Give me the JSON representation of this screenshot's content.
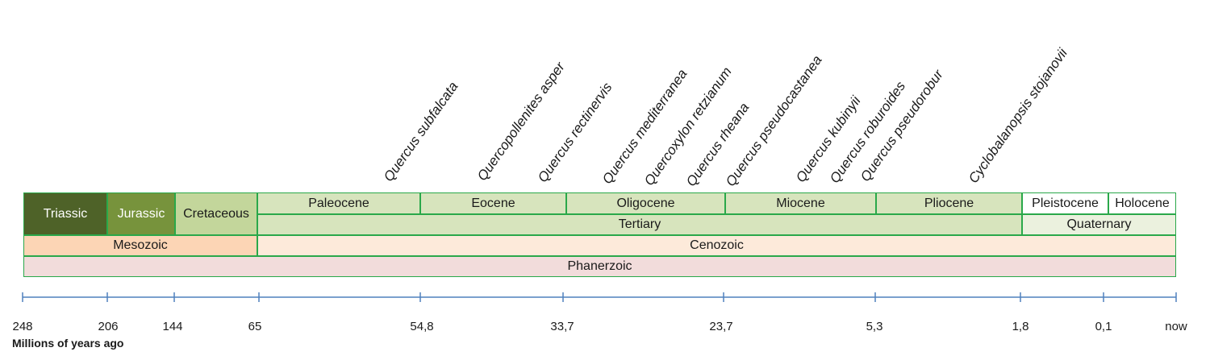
{
  "species": [
    "Quercus subfalcata",
    "Quercopollenites asper",
    "Quercus rectinervis",
    "Quercus  mediterranea",
    "Quercoxylon retzianum",
    "Quercus rheana",
    "Quercus pseudocastanea",
    "Quercus kubinyii",
    "Quercus roburoides",
    "Quercus pseudorobur",
    "Cyclobalanopsis stojanovii"
  ],
  "periods": [
    "Triassic",
    "Jurassic",
    "Cretaceous"
  ],
  "epochs": [
    "Paleocene",
    "Eocene",
    "Oligocene",
    "Miocene",
    "Pliocene",
    "Pleistocene",
    "Holocene"
  ],
  "subperiods": [
    "Tertiary",
    "Quaternary"
  ],
  "eras": [
    "Mesozoic",
    "Cenozoic"
  ],
  "eon": "Phanerzoic",
  "axis": {
    "ticks": [
      "248",
      "206",
      "144",
      "65",
      "54,8",
      "33,7",
      "23,7",
      "5,3",
      "1,8",
      "0,1",
      "now"
    ],
    "title": "Millions of years ago"
  },
  "colors": {
    "triassic": "#4e6228",
    "jurassic": "#77933c",
    "cretaceous": "#c3d69b",
    "epoch": "#d7e4bd",
    "tertiary": "#d7e4bd",
    "quaternary": "#ebf1de",
    "mesozoic": "#fcd5b5",
    "cenozoic": "#fdeada",
    "phanerozoic": "#f2dcdb",
    "border": "#2aa84a",
    "axis": "#4f81bd"
  }
}
